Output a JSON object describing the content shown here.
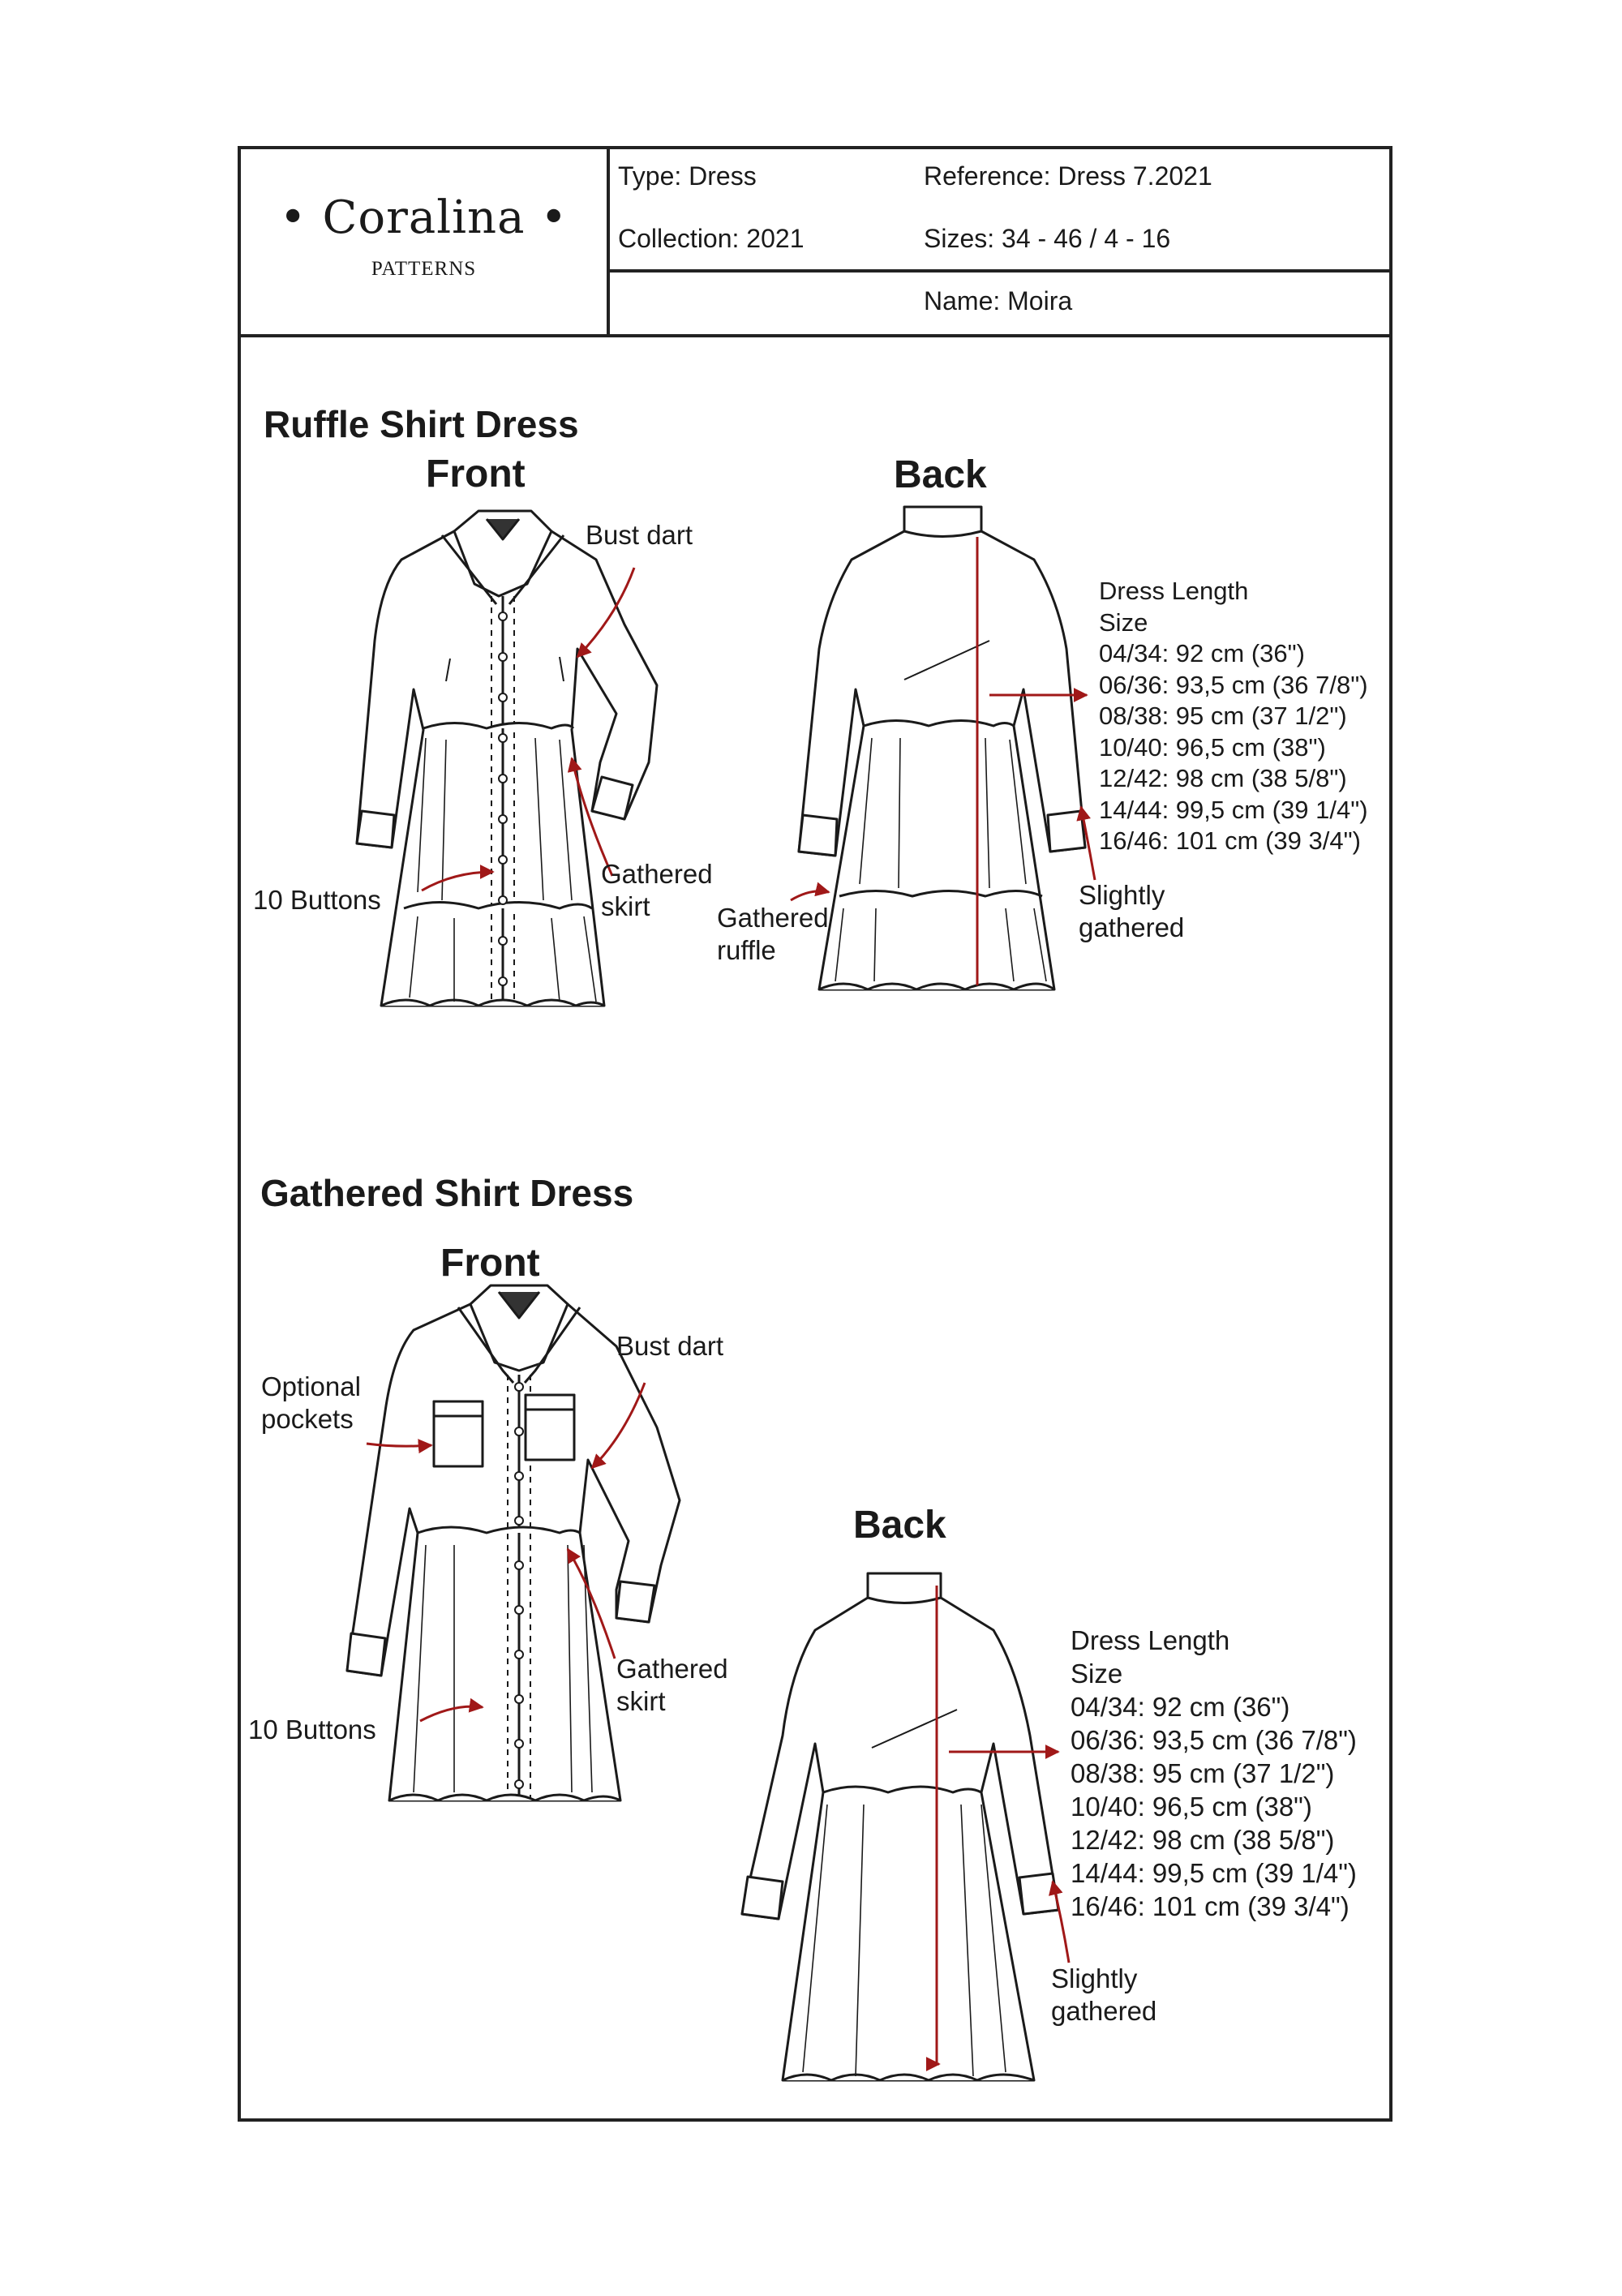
{
  "header": {
    "brand": "• Coralina •",
    "brand_sub": "PATTERNS",
    "type": "Type: Dress",
    "collection": "Collection: 2021",
    "reference": "Reference: Dress 7.2021",
    "sizes": "Sizes: 34 - 46 / 4 - 16",
    "name": "Name: Moira"
  },
  "ruffle": {
    "title": "Ruffle Shirt Dress",
    "front": "Front",
    "back": "Back",
    "labels": {
      "bust_dart": "Bust dart",
      "buttons": "10 Buttons",
      "gathered_skirt_1": "Gathered",
      "gathered_skirt_2": "skirt",
      "gathered_ruffle_1": "Gathered",
      "gathered_ruffle_2": "ruffle",
      "slightly_1": "Slightly",
      "slightly_2": "gathered"
    },
    "length": {
      "heading": "Dress Length",
      "subheading": "Size",
      "rows": [
        "04/34: 92 cm (36\")",
        "06/36: 93,5 cm (36 7/8\")",
        "08/38: 95 cm (37 1/2\")",
        "10/40: 96,5 cm (38\")",
        "12/42: 98 cm (38 5/8\")",
        "14/44: 99,5 cm (39 1/4\")",
        "16/46: 101 cm (39 3/4\")"
      ]
    }
  },
  "gathered": {
    "title": "Gathered Shirt Dress",
    "front": "Front",
    "back": "Back",
    "labels": {
      "bust_dart": "Bust dart",
      "pockets_1": "Optional",
      "pockets_2": "pockets",
      "buttons": "10 Buttons",
      "gathered_skirt_1": "Gathered",
      "gathered_skirt_2": "skirt",
      "slightly_1": "Slightly",
      "slightly_2": "gathered"
    },
    "length": {
      "heading": "Dress Length",
      "subheading": "Size",
      "rows": [
        "04/34: 92 cm (36\")",
        "06/36: 93,5 cm (36 7/8\")",
        "08/38: 95 cm (37 1/2\")",
        "10/40: 96,5 cm (38\")",
        "12/42: 98 cm (38 5/8\")",
        "14/44: 99,5 cm (39 1/4\")",
        "16/46: 101 cm (39 3/4\")"
      ]
    }
  },
  "colors": {
    "line": "#1a1a1a",
    "accent": "#a01818"
  }
}
